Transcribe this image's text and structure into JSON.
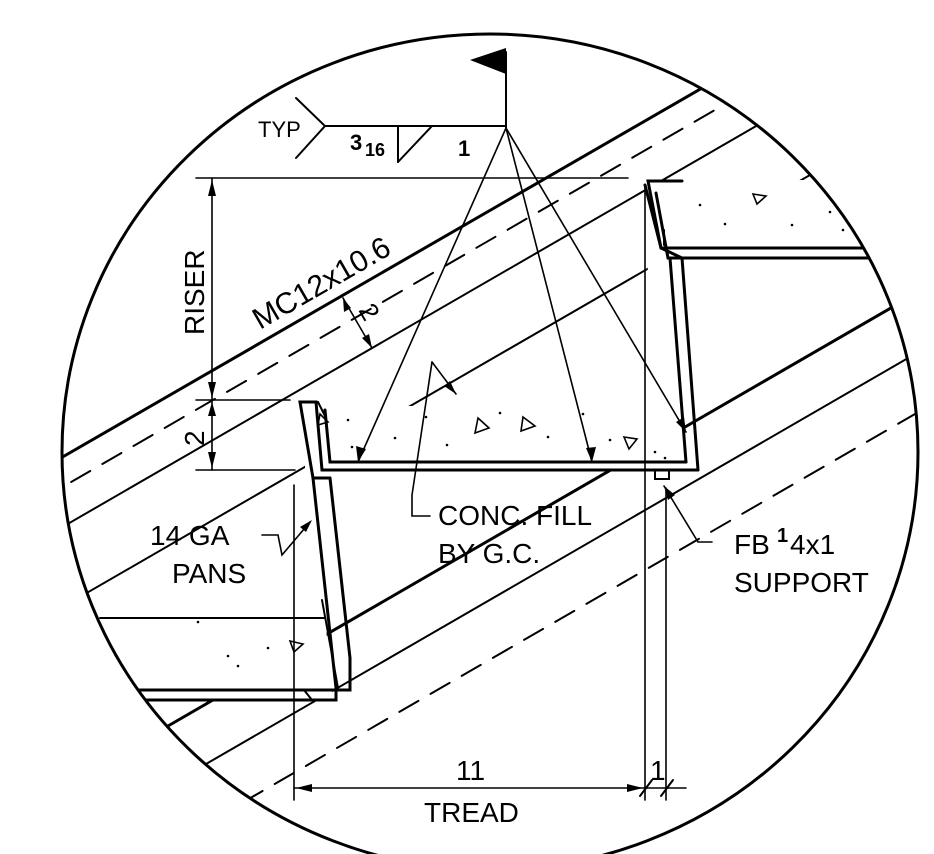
{
  "labels": {
    "weld_typ": "TYP",
    "weld_size_whole": "3",
    "weld_size_frac": "16",
    "weld_length": "1",
    "channel": "MC12x10.6",
    "slope_dim": "2",
    "riser": "RISER",
    "riser_offset": "2",
    "pans_line1": "14 GA",
    "pans_line2": "PANS",
    "fill_line1": "CONC. FILL",
    "fill_line2": "BY G.C.",
    "support_line1_a": "FB",
    "support_line1_sup": "1",
    "support_line1_b": "4x1",
    "support_line2": "SUPPORT",
    "tread_dim": "11",
    "tread_small_dim": "1",
    "tread": "TREAD"
  },
  "colors": {
    "line": "#000000",
    "background": "#ffffff"
  }
}
